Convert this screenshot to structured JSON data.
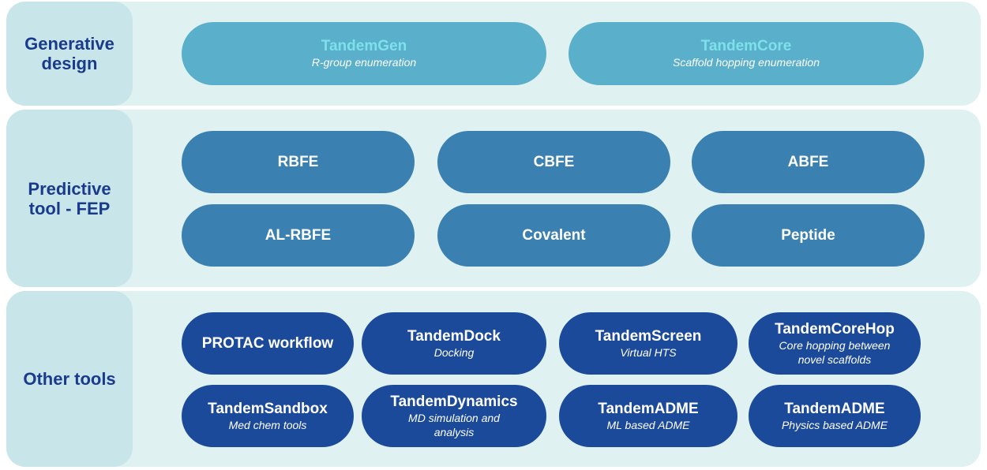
{
  "sections": [
    {
      "label": "Generative\ndesign",
      "tools": [
        {
          "title": "TandemGen",
          "subtitle": "R-group enumeration"
        },
        {
          "title": "TandemCore",
          "subtitle": "Scaffold hopping enumeration"
        }
      ]
    },
    {
      "label": "Predictive\ntool - FEP",
      "tools": [
        {
          "title": "RBFE"
        },
        {
          "title": "CBFE"
        },
        {
          "title": "ABFE"
        },
        {
          "title": "AL-RBFE"
        },
        {
          "title": "Covalent"
        },
        {
          "title": "Peptide"
        }
      ]
    },
    {
      "label": "Other tools",
      "tools": [
        {
          "title": "PROTAC workflow"
        },
        {
          "title": "TandemDock",
          "subtitle": "Docking"
        },
        {
          "title": "TandemScreen",
          "subtitle": "Virtual HTS"
        },
        {
          "title": "TandemCoreHop",
          "subtitle": "Core hopping between\nnovel scaffolds"
        },
        {
          "title": "TandemSandbox",
          "subtitle": "Med chem tools"
        },
        {
          "title": "TandemDynamics",
          "subtitle": "MD simulation and\nanalysis"
        },
        {
          "title": "TandemADME",
          "subtitle": "ML based ADME"
        },
        {
          "title": "TandemADME",
          "subtitle": "Physics based ADME"
        }
      ]
    }
  ],
  "colors": {
    "band_bg": "#e0f1f2",
    "label_bg": "#c8e6e9",
    "label_text": "#1a3a8c",
    "generative_pill": "#5aafca",
    "generative_title": "#7ee0ea",
    "fep_pill": "#3a80b0",
    "other_pill": "#1c4a9a"
  }
}
